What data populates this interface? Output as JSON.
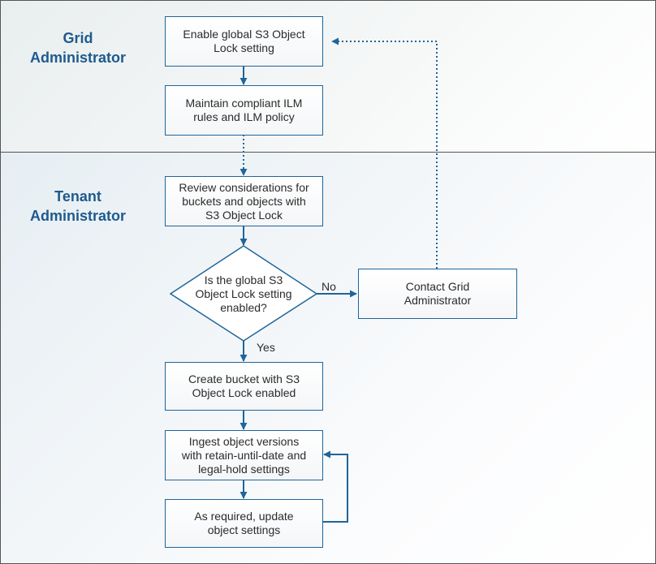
{
  "lanes": {
    "grid": {
      "line1": "Grid",
      "line2": "Administrator"
    },
    "tenant": {
      "line1": "Tenant",
      "line2": "Administrator"
    }
  },
  "steps": {
    "enable_global": "Enable global S3 Object\nLock setting",
    "maintain_ilm": "Maintain compliant ILM\nrules and ILM policy",
    "review": "Review considerations for\nbuckets and objects with\nS3 Object Lock",
    "decision": "Is the global S3\nObject Lock setting\nenabled?",
    "contact": "Contact Grid\nAdministrator",
    "create_bucket": "Create bucket with S3\nObject Lock enabled",
    "ingest": "Ingest object versions\nwith retain-until-date and\nlegal-hold settings",
    "update": "As required, update\nobject settings"
  },
  "edge_labels": {
    "no": "No",
    "yes": "Yes"
  },
  "colors": {
    "accent": "#1f6599",
    "lane_label": "#1e5a8e"
  }
}
